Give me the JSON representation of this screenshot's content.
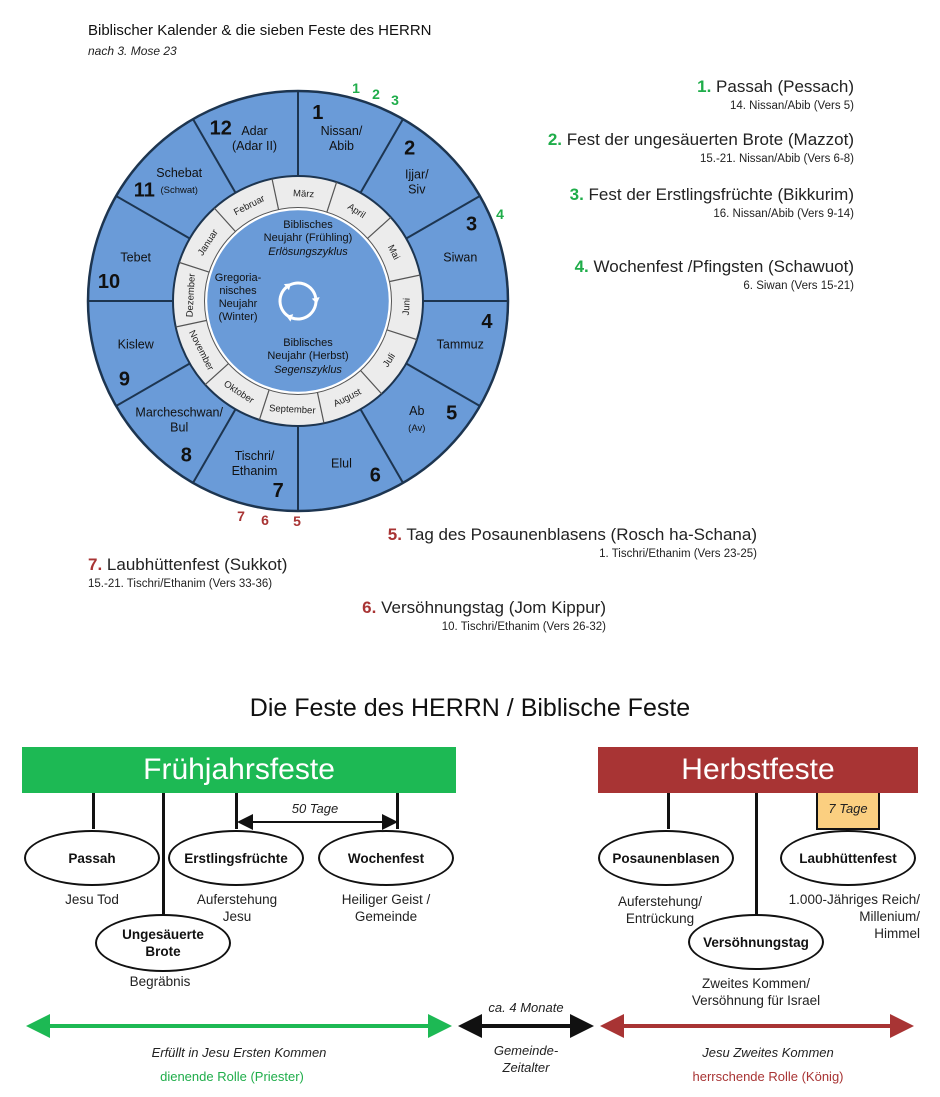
{
  "header": {
    "title": "Biblischer Kalender & die sieben Feste des HERRN",
    "subtitle": "nach 3. Mose 23"
  },
  "wheel": {
    "months": [
      {
        "num": "1",
        "name": "Nissan/\nAbib",
        "sub": ""
      },
      {
        "num": "2",
        "name": "Ijjar/\nSiv",
        "sub": ""
      },
      {
        "num": "3",
        "name": "Siwan",
        "sub": ""
      },
      {
        "num": "4",
        "name": "Tammuz",
        "sub": ""
      },
      {
        "num": "5",
        "name": "Ab",
        "sub": "(Av)"
      },
      {
        "num": "6",
        "name": "Elul",
        "sub": ""
      },
      {
        "num": "7",
        "name": "Tischri/\nEthanim",
        "sub": ""
      },
      {
        "num": "8",
        "name": "Marcheschwan/\nBul",
        "sub": ""
      },
      {
        "num": "9",
        "name": "Kislew",
        "sub": ""
      },
      {
        "num": "10",
        "name": "Tebet",
        "sub": ""
      },
      {
        "num": "11",
        "name": "Schebat",
        "sub": "(Schwat)"
      },
      {
        "num": "12",
        "name": "Adar\n(Adar II)",
        "sub": ""
      }
    ],
    "gregorian": [
      "März",
      "April",
      "Mai",
      "Juni",
      "Juli",
      "August",
      "September",
      "Oktober",
      "November",
      "Dezember",
      "Januar",
      "Februar"
    ],
    "center": {
      "spring_line1": "Biblisches",
      "spring_line2": "Neujahr (Frühling)",
      "spring_cycle": "Erlösungszyklus",
      "greg_lines": [
        "Gregoria-",
        "nisches",
        "Neujahr",
        "(Winter)"
      ],
      "autumn_line1": "Biblisches",
      "autumn_line2": "Neujahr (Herbst)",
      "autumn_cycle": "Segenszyklus"
    },
    "markers_spring": [
      "1",
      "2",
      "3"
    ],
    "marker_4": "4",
    "markers_autumn": [
      "7",
      "6",
      "5"
    ],
    "colors": {
      "wheel": "#6a9bd8",
      "ring": "#ececec",
      "inner": "#6a9bd8",
      "stroke": "#1d3550"
    }
  },
  "feasts": [
    {
      "num": "1.",
      "name": "Passah (Pessach)",
      "date": "14. Nissan/Abib (Vers 5)"
    },
    {
      "num": "2.",
      "name": "Fest der ungesäuerten Brote (Mazzot)",
      "date": "15.-21. Nissan/Abib (Vers 6-8)"
    },
    {
      "num": "3.",
      "name": "Fest der Erstlingsfrüchte (Bikkurim)",
      "date": "16. Nissan/Abib (Vers 9-14)"
    },
    {
      "num": "4.",
      "name": "Wochenfest /Pfingsten (Schawuot)",
      "date": "6. Siwan (Vers 15-21)"
    },
    {
      "num": "5.",
      "name": "Tag des Posaunenblasens (Rosch ha-Schana)",
      "date": "1. Tischri/Ethanim  (Vers 23-25)"
    },
    {
      "num": "6.",
      "name": "Versöhnungstag (Jom Kippur)",
      "date": "10. Tischri/Ethanim (Vers 26-32)"
    },
    {
      "num": "7.",
      "name": "Laubhüttenfest (Sukkot)",
      "date": "15.-21. Tischri/Ethanim  (Vers 33-36)"
    }
  ],
  "timeline": {
    "title": "Die Feste des HERRN / Biblische Feste",
    "spring_label": "Frühjahrsfeste",
    "autumn_label": "Herbstfeste",
    "fifty_days": "50 Tage",
    "seven_days": "7 Tage",
    "nodes": {
      "passah": {
        "label": "Passah",
        "caption": "Jesu Tod"
      },
      "brote": {
        "label": "Ungesäuerte\nBrote",
        "caption": "Begräbnis"
      },
      "erstling": {
        "label": "Erstlingsfrüchte",
        "caption": "Auferstehung\nJesu"
      },
      "wochen": {
        "label": "Wochenfest",
        "caption": "Heiliger Geist /\nGemeinde"
      },
      "posaunen": {
        "label": "Posaunenblasen",
        "caption": "Auferstehung/\nEntrückung"
      },
      "versoehnung": {
        "label": "Versöhnungstag",
        "caption": "Zweites Kommen/\nVersöhnung für Israel"
      },
      "laub": {
        "label": "Laubhüttenfest",
        "caption": "1.000-Jähriges Reich/\nMillenium/\nHimmel"
      }
    },
    "months_gap": "ca. 4 Monate",
    "gemeinde": "Gemeinde-\nZeitalter",
    "spring_fulfilled": "Erfüllt in Jesu Ersten Kommen",
    "spring_role": "dienende Rolle (Priester)",
    "autumn_fulfilled": "Jesu Zweites Kommen",
    "autumn_role": "herrschende Rolle (König)",
    "colors": {
      "green": "#1db954",
      "red": "#a83434",
      "orange": "#fbcf80"
    }
  }
}
